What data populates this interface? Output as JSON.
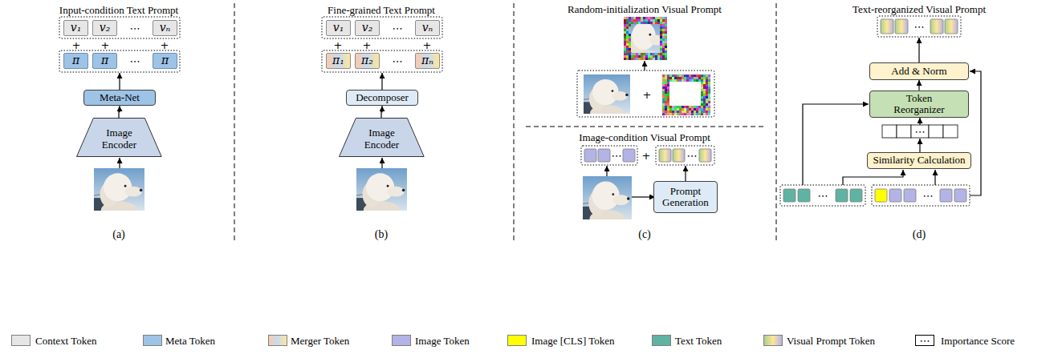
{
  "diagram": {
    "nodes": [
      {
        "text": [
          "v₁"
        ]
      },
      {
        "text": [
          "v₂"
        ]
      },
      {
        "text": [
          "vₙ"
        ]
      },
      {
        "text": [
          "π"
        ]
      },
      {
        "text": [
          "π"
        ]
      },
      {
        "text": [
          "π"
        ]
      },
      {
        "text": [
          "Meta-Net"
        ]
      },
      {
        "text": [
          "Image Encoder"
        ]
      },
      {
        "text": [
          "v₁"
        ]
      },
      {
        "text": [
          "v₂"
        ]
      },
      {
        "text": [
          "vₙ"
        ]
      },
      {
        "text": [
          "π₁"
        ]
      },
      {
        "text": [
          "π₂"
        ]
      },
      {
        "text": [
          "πₙ"
        ]
      },
      {
        "text": [
          "Decomposer"
        ]
      },
      {
        "text": [
          "Image Encoder"
        ]
      },
      {
        "text": [
          "Prompt Generation"
        ]
      },
      {
        "text": [
          "Add & Norm"
        ]
      },
      {
        "text": [
          "Token Reorganizer"
        ]
      },
      {
        "text": [
          "Similarity Calculation"
        ]
      }
    ],
    "edges": [
      {
        "from": 7,
        "to": 6,
        "arrow": "to"
      },
      {
        "from": 15,
        "to": 14,
        "arrow": "to"
      },
      {
        "from": 18,
        "to": 17,
        "arrow": "to"
      }
    ],
    "labels": [
      "Input-condition Text Prompt",
      "⋯",
      "+",
      "+",
      "+",
      "⋯",
      "(a)",
      "Fine-grained Text Prompt",
      "⋯",
      "+",
      "+",
      "+",
      "⋯",
      "(b)",
      "Random-initialization Visual Prompt",
      "+",
      "Image-condition Visual Prompt",
      "⋯",
      "+",
      "⋯",
      "(c)",
      "Text-reorganized Visual Prompt",
      "⋯",
      "⋯",
      "⋯",
      "⋯",
      "(d)",
      "⋯"
    ],
    "legend": [
      {
        "text": "Context Token",
        "color": "#e7e6e6"
      },
      {
        "text": "Meta Token",
        "color": "#9dc3e6"
      },
      {
        "text": "Merger Token"
      },
      {
        "text": "Image Token",
        "color": "#b4b3e6"
      },
      {
        "text": "Image [CLS] Token",
        "color": "#ffff00"
      },
      {
        "text": "Text Token",
        "color": "#5fb3a3"
      },
      {
        "text": "Visual Prompt Token"
      },
      {
        "text": "Importance Score"
      }
    ]
  }
}
